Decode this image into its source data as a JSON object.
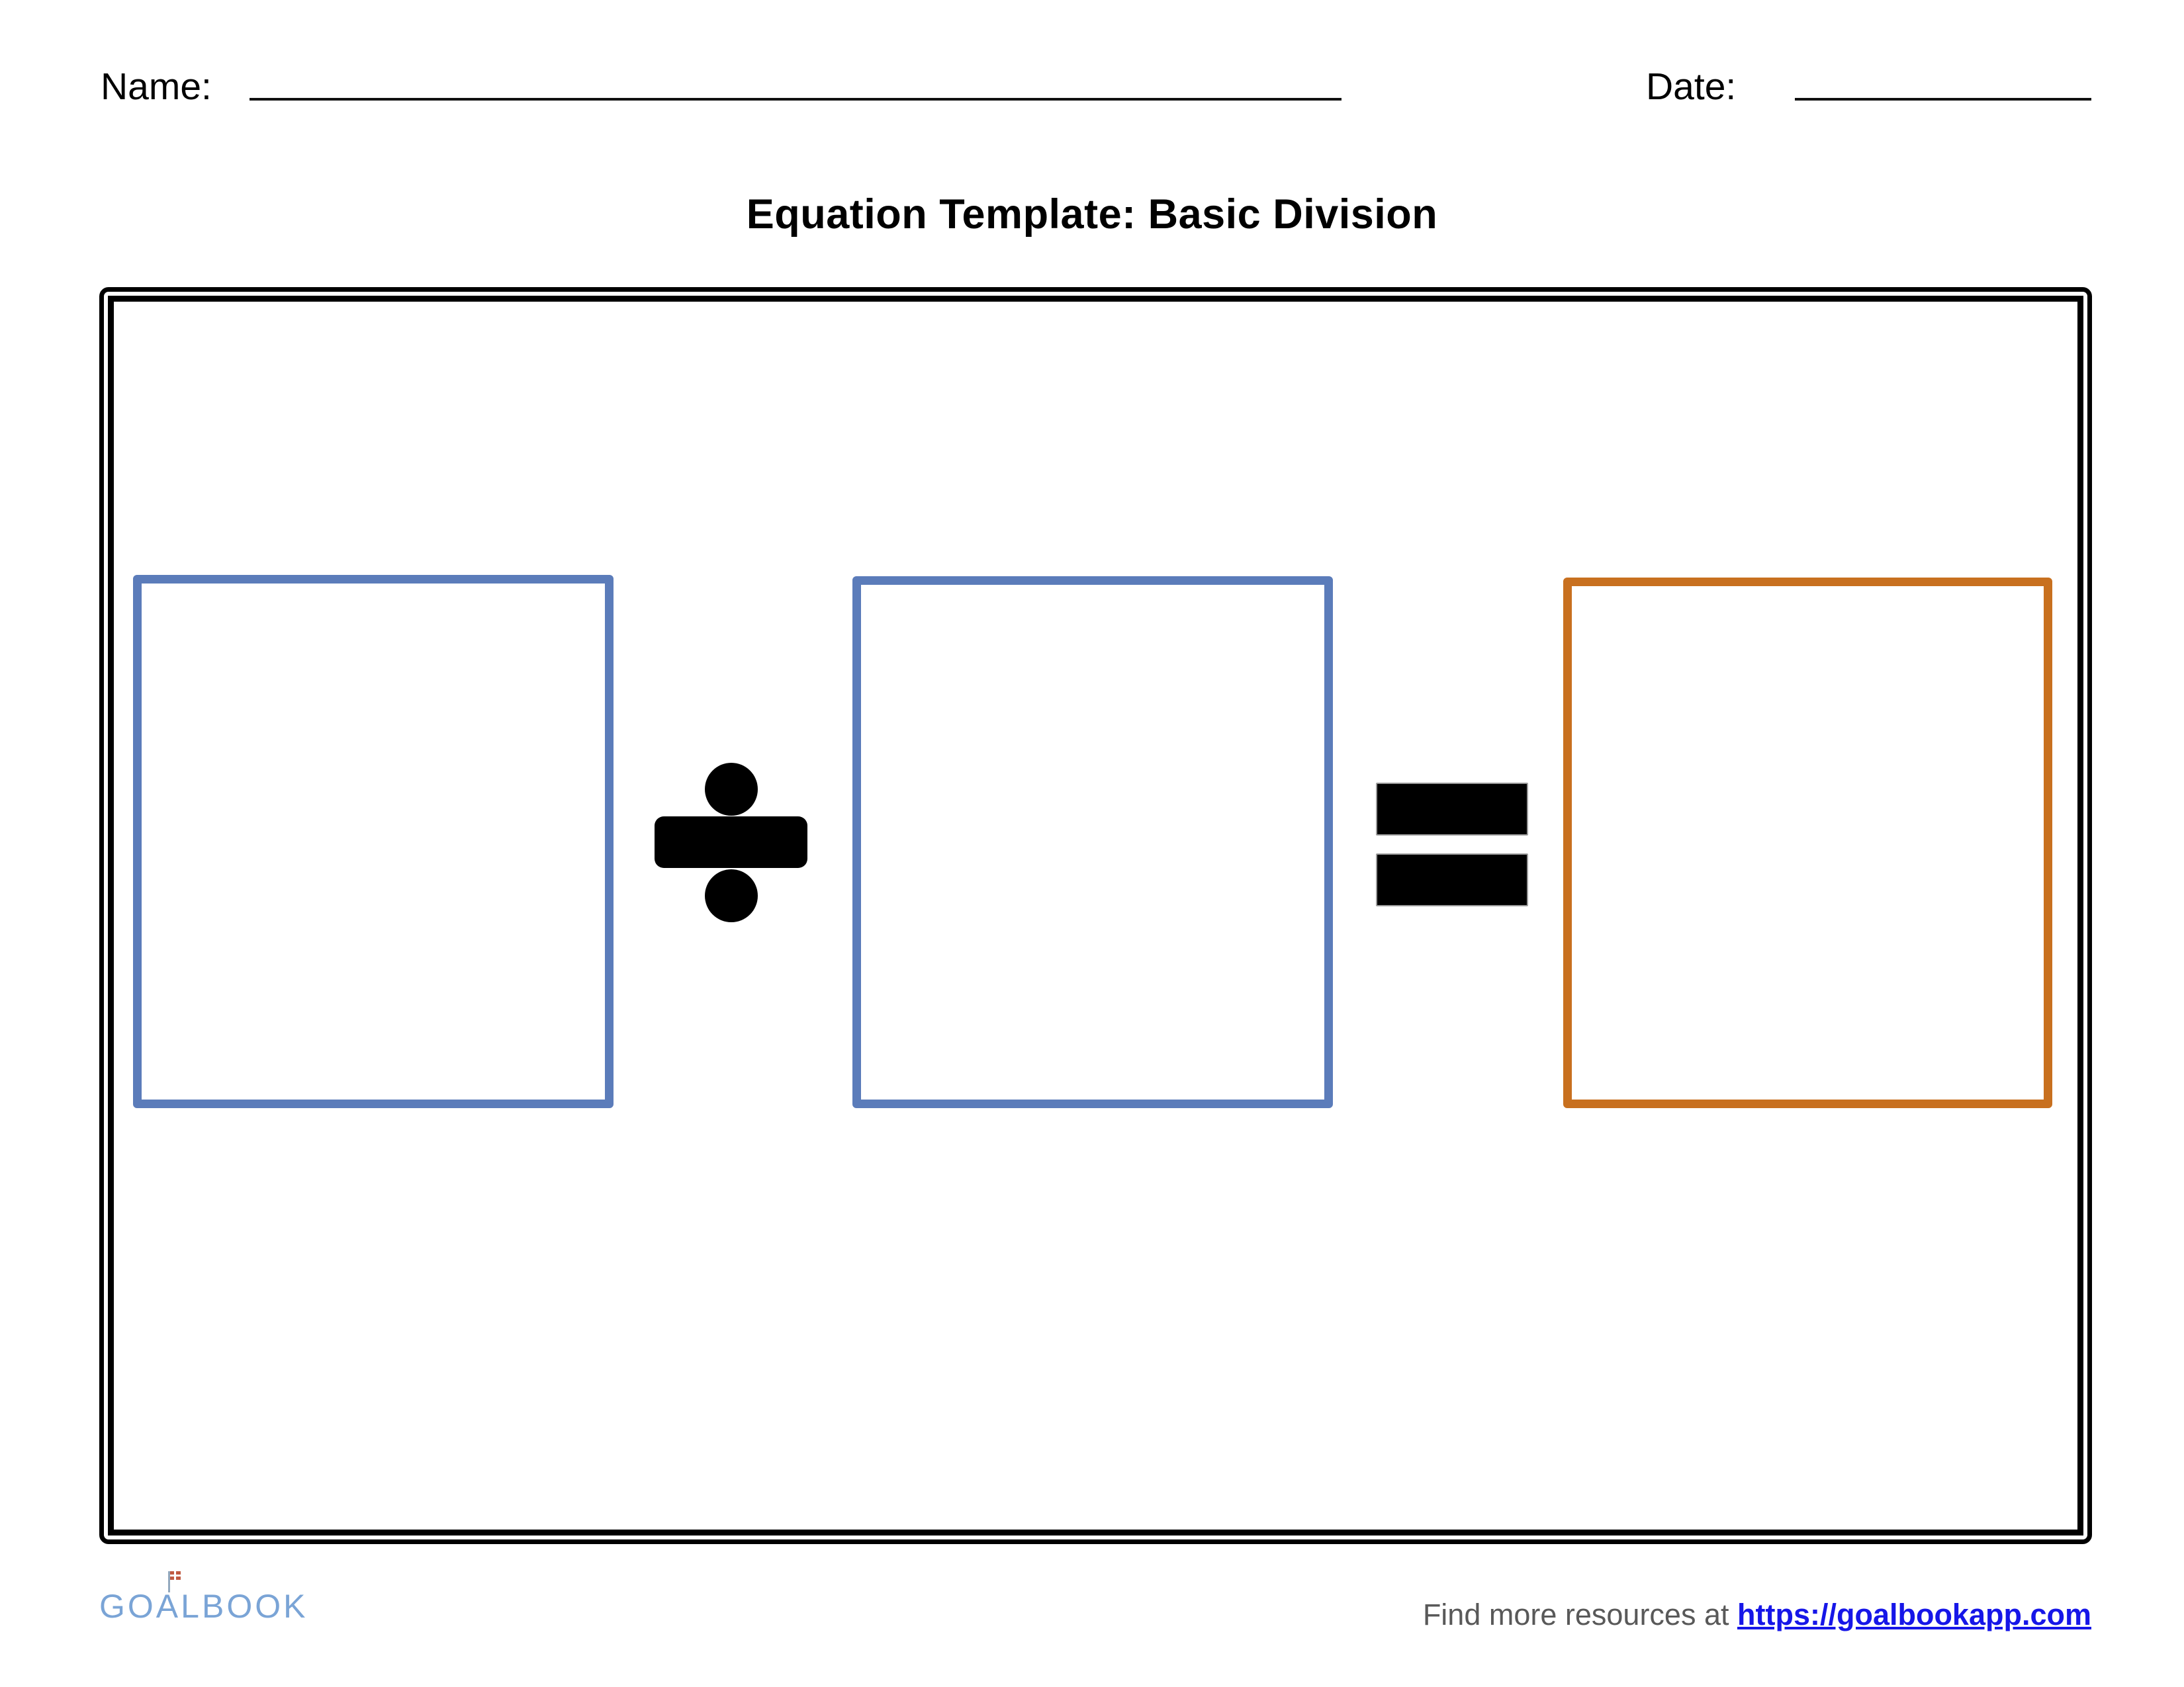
{
  "page": {
    "title": "Equation Template: Basic Division",
    "background": "#FFFFFF"
  },
  "header": {
    "name_label": "Name:",
    "name_value": "",
    "date_label": "Date:",
    "date_value": ""
  },
  "equation": {
    "operation": "division",
    "divide_symbol": "÷",
    "equals_symbol": "=",
    "symbol_color": "#000000",
    "boxes": [
      {
        "role": "dividend",
        "value": "",
        "border_color": "#5B7CBA"
      },
      {
        "role": "divisor",
        "value": "",
        "border_color": "#5B7CBA"
      },
      {
        "role": "quotient",
        "value": "",
        "border_color": "#C8701F"
      }
    ],
    "frame_border_color": "#000000"
  },
  "footer": {
    "logo_go": "GO",
    "logo_a": "A",
    "logo_lbook": "LBOOK",
    "logo_color": "#7AA4D6",
    "logo_flag_color": "#C05A41",
    "resources_prefix": "Find more resources at ",
    "link_text": "https://goalbookapp.com",
    "link_color": "#1616E8",
    "resources_text_color": "#595959"
  }
}
